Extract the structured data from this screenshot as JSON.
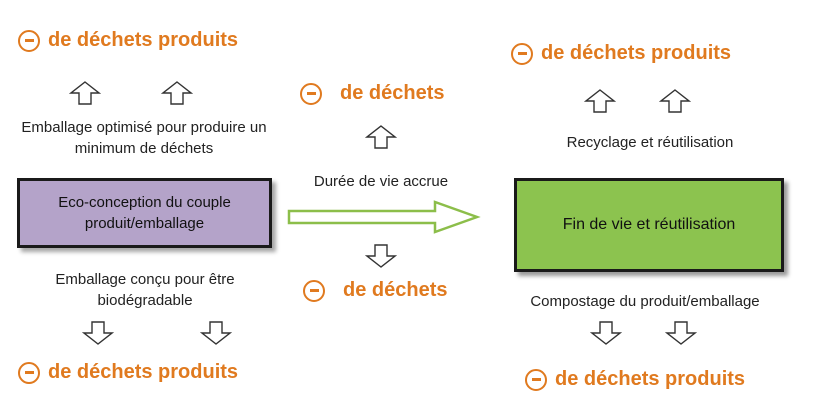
{
  "top_left_heading": "de déchets produits",
  "top_right_heading": "de déchets produits",
  "middle_top_heading": "de déchets",
  "middle_bottom_heading": "de déchets",
  "bottom_left_heading": "de déchets produits",
  "bottom_right_heading": "de déchets produits",
  "left_box": {
    "text": "Eco-conception du couple produit/emballage",
    "color": "#b4a3c9"
  },
  "right_box": {
    "text": "Fin de vie et réutilisation",
    "color": "#8cc34f"
  },
  "left_top_label": "Emballage optimisé pour produire un minimum de déchets",
  "left_bottom_label": "Emballage conçu pour être biodégradable",
  "middle_label": "Durée de vie accrue",
  "right_top_label": "Recyclage et réutilisation",
  "right_bottom_label": "Compostage du produit/emballage",
  "accent_color": "#e07a1f"
}
